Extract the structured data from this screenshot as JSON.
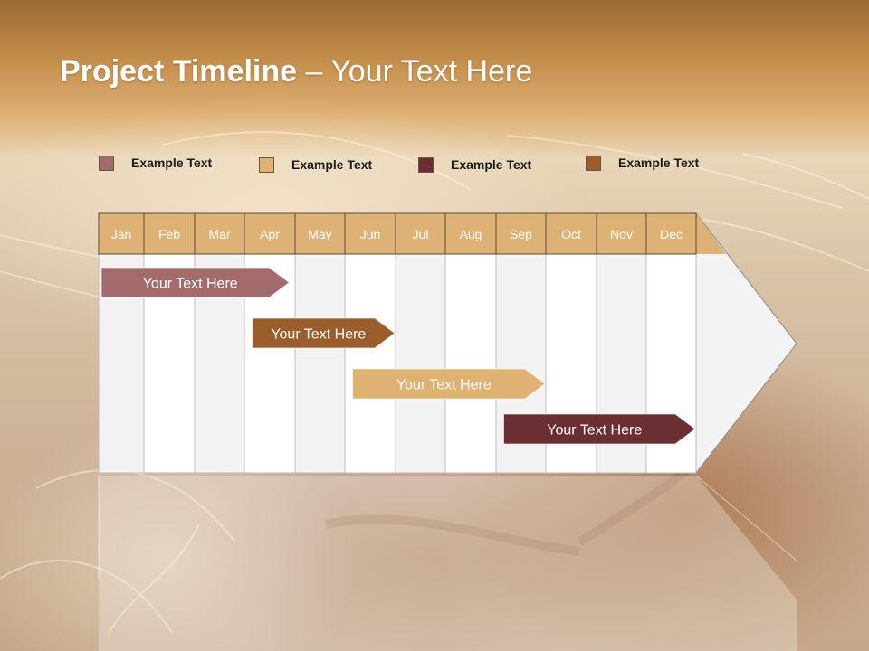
{
  "title": {
    "bold": "Project Timeline",
    "rest": " – Your Text Here"
  },
  "legend": [
    {
      "label": "Example Text",
      "color": "#a36c6c"
    },
    {
      "label": "Example Text",
      "color": "#e0b272"
    },
    {
      "label": "Example Text",
      "color": "#6b2f33"
    },
    {
      "label": "Example Text",
      "color": "#9a5d2b"
    }
  ],
  "chart_data": {
    "type": "gantt",
    "months": [
      "Jan",
      "Feb",
      "Mar",
      "Apr",
      "May",
      "Jun",
      "Jul",
      "Aug",
      "Sep",
      "Oct",
      "Nov",
      "Dec"
    ],
    "tasks": [
      {
        "label": "Your  Text Here",
        "start_month": 1.0,
        "end_month": 3.9,
        "color": "#a36c6c"
      },
      {
        "label": "Your  Text Here",
        "start_month": 4.1,
        "end_month": 6.0,
        "color": "#9a5d2b"
      },
      {
        "label": "Your  Text Here",
        "start_month": 6.1,
        "end_month": 9.0,
        "color": "#e0b272"
      },
      {
        "label": "Your  Text Here",
        "start_month": 9.1,
        "end_month": 12.0,
        "color": "#6b2f33"
      }
    ],
    "header_color": "#deb274",
    "grid_colors": [
      "#f2f2f2",
      "#ffffff"
    ]
  }
}
